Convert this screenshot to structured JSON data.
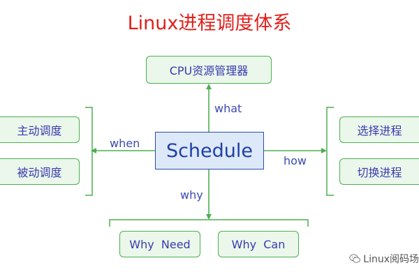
{
  "title": "Linux进程调度体系",
  "center": "Schedule",
  "top": {
    "label": "what",
    "box": "CPU资源管理器"
  },
  "left": {
    "label": "when",
    "items": [
      "主动调度",
      "被动调度"
    ]
  },
  "right": {
    "label": "how",
    "items": [
      "选择进程",
      "切换进程"
    ]
  },
  "bottom": {
    "label": "why",
    "items": [
      "Why  Need",
      "Why  Can"
    ]
  },
  "watermark": "Linux阅码场",
  "colors": {
    "title": "#e0201b",
    "box_border": "#4caf50",
    "box_fill": "#eaf7ea",
    "text": "#3a3ab0",
    "center_border": "#2a4db0",
    "arrow": "#4caf50"
  }
}
